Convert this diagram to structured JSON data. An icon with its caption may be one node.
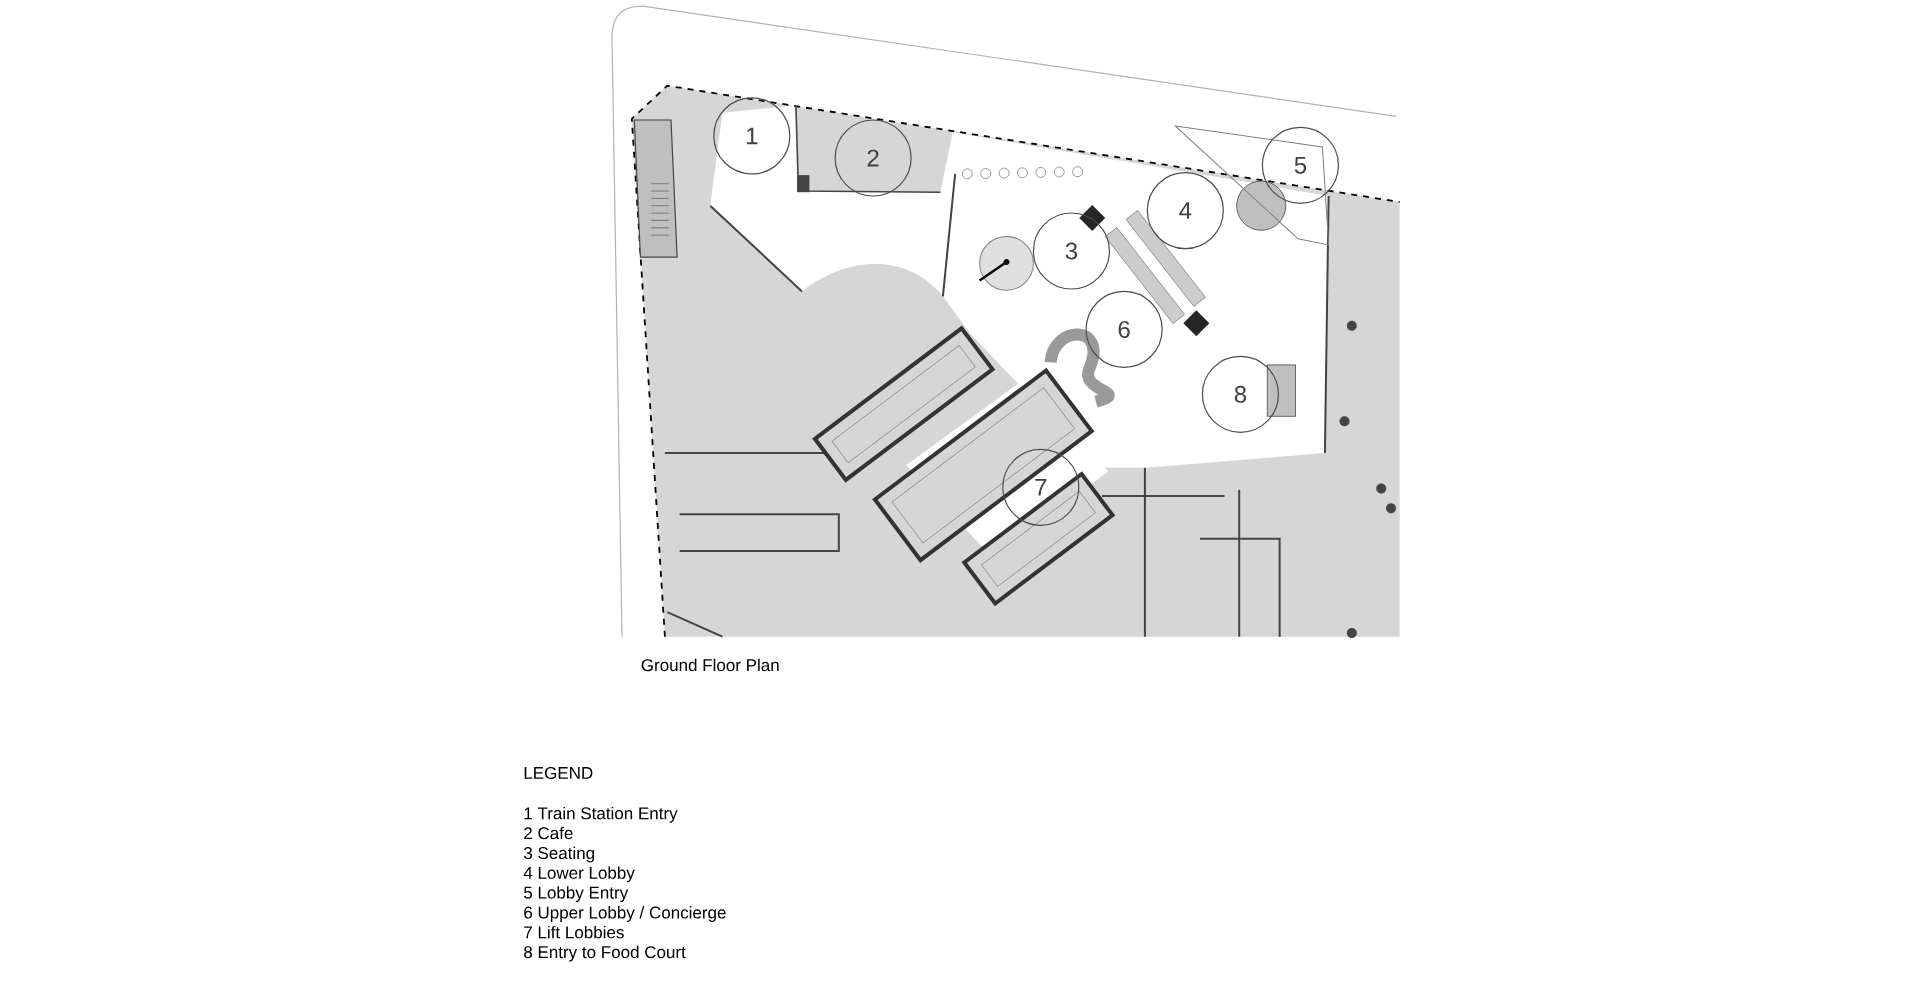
{
  "diagram": {
    "caption": "Ground Floor Plan",
    "labels": [
      "1",
      "2",
      "3",
      "4",
      "5",
      "6",
      "7",
      "8",
      "LEGEND",
      "1 Train Station Entry",
      "2 Cafe",
      "3 Seating",
      "4 Lower Lobby",
      "5 Lobby Entry",
      "6 Upper Lobby / Concierge",
      "7 Lift Lobbies",
      "8 Entry to Food Court"
    ]
  }
}
